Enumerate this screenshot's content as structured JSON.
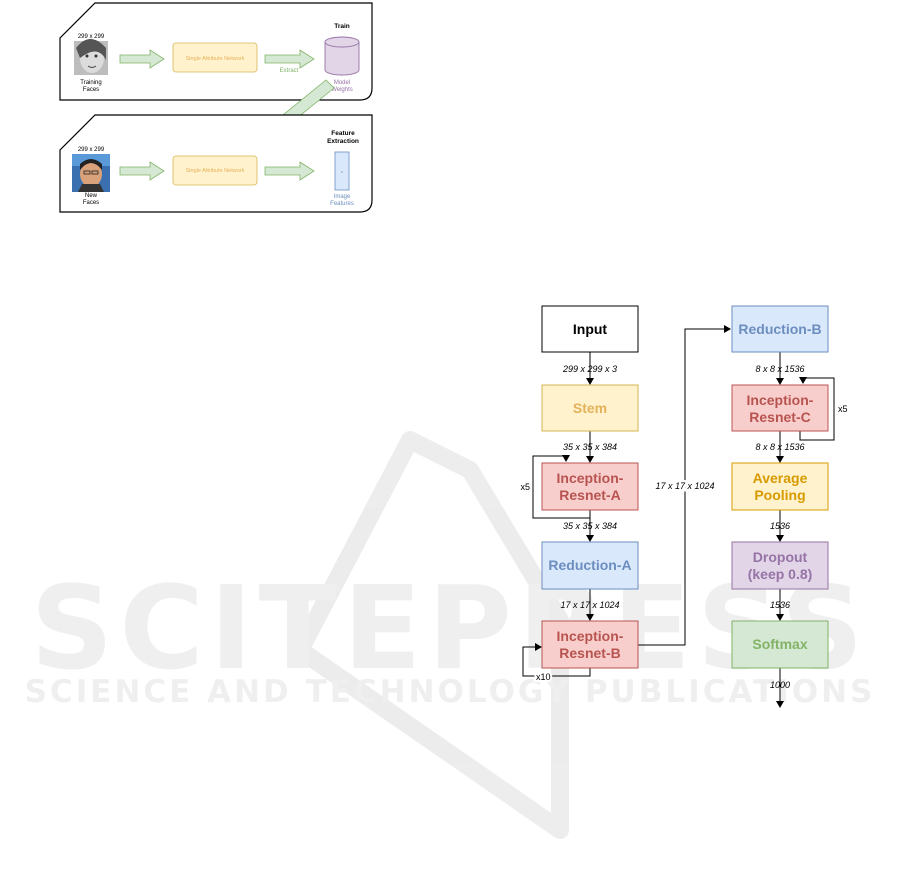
{
  "colors": {
    "yellow_fill": "#fff2cc",
    "yellow_stroke": "#d6b656",
    "yellow_text": "#e3b25a",
    "red_fill": "#f8cecc",
    "red_stroke": "#b85450",
    "red_text": "#b85450",
    "blue_fill": "#dae8fc",
    "blue_stroke": "#6c8ebf",
    "blue_text": "#6c8ebf",
    "purple_fill": "#e1d5e7",
    "purple_stroke": "#9673a6",
    "purple_text": "#9673a6",
    "orange_fill": "#fff2cc",
    "orange_stroke": "#d79b00",
    "orange_text": "#d79b00",
    "green_fill": "#d5e8d4",
    "green_stroke": "#82b366",
    "green_text": "#82b366"
  },
  "top_diagram": {
    "train_panel": {
      "input_size": "299 x 299",
      "input_label": [
        "Training",
        "Faces"
      ],
      "network_label": "Single Attribute Network",
      "arrow_label": "Extract",
      "output_title": "Train",
      "output_label": [
        "Model",
        "Weights"
      ]
    },
    "extract_panel": {
      "input_size": "299 x 299",
      "input_label": [
        "New",
        "Faces"
      ],
      "network_label": "Single Attribute Network",
      "output_title": [
        "Feature",
        "Extraction"
      ],
      "output_label": [
        "Image",
        "Features"
      ]
    }
  },
  "network": {
    "left_column": {
      "input": "Input",
      "dim_input": "299 x 299 x 3",
      "stem": "Stem",
      "dim_stem": "35 x 35 x 384",
      "inception_a": [
        "Inception-",
        "Resnet-A"
      ],
      "repeat_a": "x5",
      "dim_a": "35 x 35 x 384",
      "reduction_a": "Reduction-A",
      "dim_red_a": "17 x 17 x 1024",
      "inception_b": [
        "Inception-",
        "Resnet-B"
      ],
      "repeat_b": "x10"
    },
    "connector_dim": "17 x 17 x 1024",
    "right_column": {
      "reduction_b": "Reduction-B",
      "dim_red_b": "8 x 8 x 1536",
      "inception_c": [
        "Inception-",
        "Resnet-C"
      ],
      "repeat_c": "x5",
      "dim_c": "8 x 8 x 1536",
      "avg_pool": [
        "Average",
        "Pooling"
      ],
      "dim_pool": "1536",
      "dropout": [
        "Dropout",
        "(keep 0.8)"
      ],
      "dim_dropout": "1536",
      "softmax": "Softmax",
      "dim_softmax": "1000"
    }
  },
  "watermark": {
    "main": "SCITEPRESS",
    "sub": "SCIENCE AND TECHNOLOGY PUBLICATIONS"
  }
}
